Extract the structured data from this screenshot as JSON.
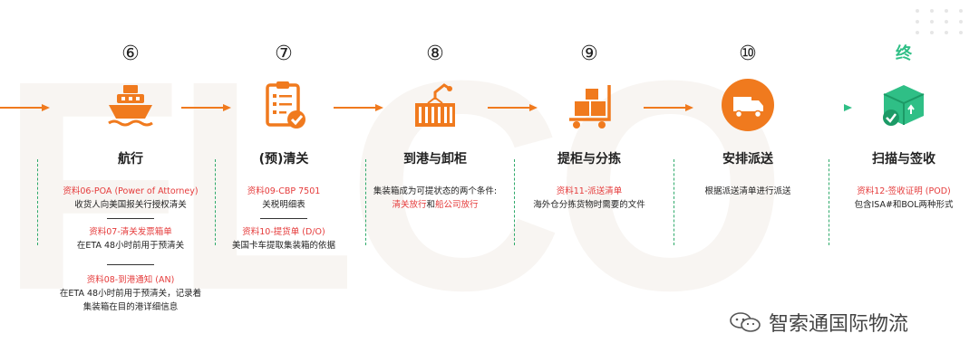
{
  "bg_watermark": "FLCO",
  "colors": {
    "orange": "#f07a1e",
    "red": "#e53b3b",
    "green": "#2fbf86",
    "dash": "#2faa6b"
  },
  "steps": [
    {
      "num": "⑥",
      "icon": "ship-icon",
      "title": "航行",
      "line1": "资料06-POA (Power of Attorney)",
      "line2": "收货人向美国报关行授权清关",
      "line3": "资料07-清关发票箱单",
      "line4": "在ETA 48小时前用于预清关",
      "line5": "资料08-到港通知 (AN)",
      "line6": "在ETA 48小时前用于预清关，记录着",
      "line7": "集装箱在目的港详细信息"
    },
    {
      "num": "⑦",
      "icon": "clipboard-check-icon",
      "title": "(预)清关",
      "line1": "资料09-CBP 7501",
      "line2": "关税明细表",
      "line3": "资料10-提货单 (D/O)",
      "line4": "美国卡车提取集装箱的依据"
    },
    {
      "num": "⑧",
      "icon": "container-crane-icon",
      "title": "到港与卸柜",
      "line1": "集装箱成为可提状态的两个条件:",
      "line2a": "清关放行",
      "line2b": "和",
      "line2c": "船公司放行"
    },
    {
      "num": "⑨",
      "icon": "trolley-boxes-icon",
      "title": "提柜与分拣",
      "line1": "资料11-派送清单",
      "line2": "海外仓分拣货物时需要的文件"
    },
    {
      "num": "⑩",
      "icon": "delivery-truck-icon",
      "title": "安排派送",
      "line1": "根据派送清单进行派送"
    },
    {
      "num": "终",
      "icon": "package-check-icon",
      "title": "扫描与签收",
      "line1": "资料12-签收证明 (POD)",
      "line2": "包含ISA#和BOL两种形式"
    }
  ],
  "brand": {
    "name": "智索通国际物流",
    "icon": "wechat-icon"
  }
}
